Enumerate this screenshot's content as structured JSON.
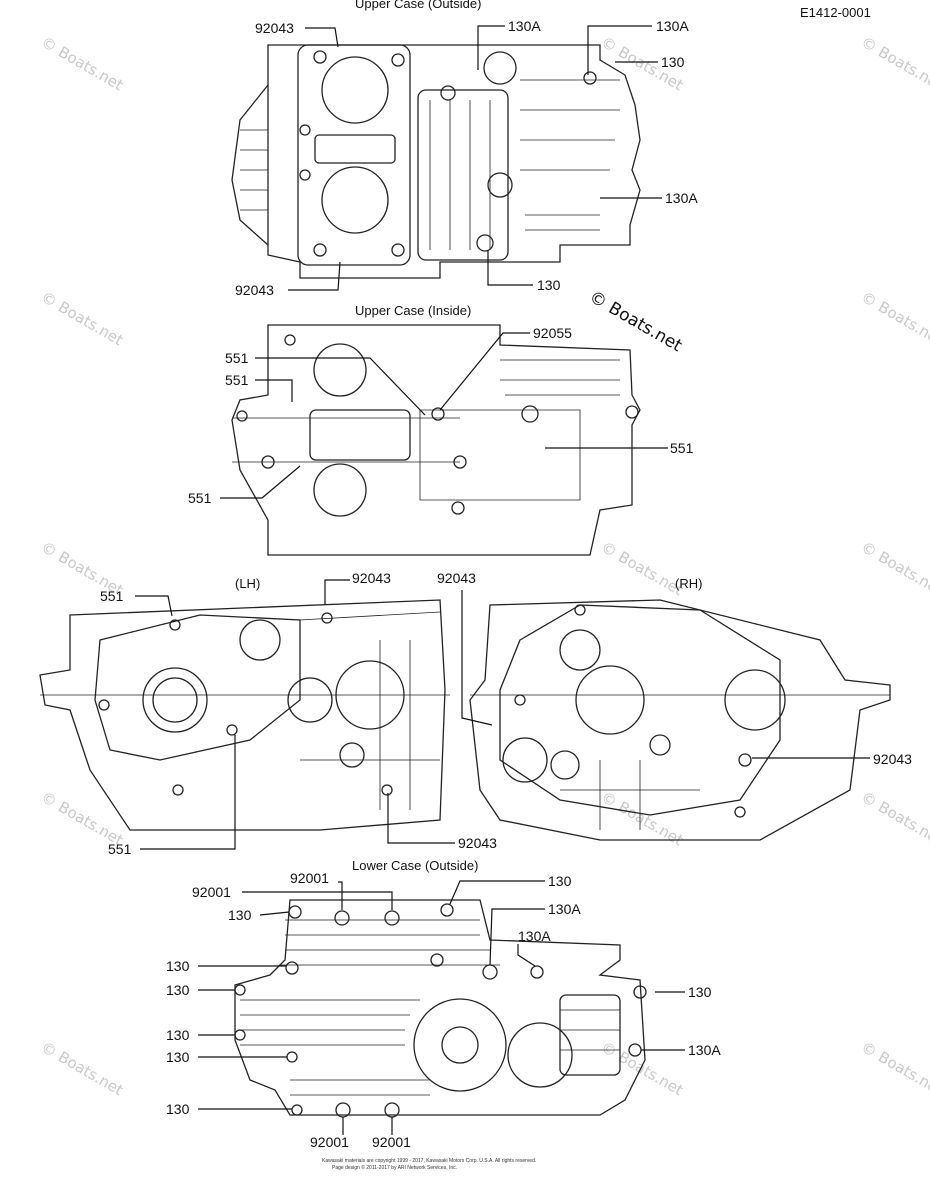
{
  "figure_id": "E1412-0001",
  "captions": {
    "upper_outside": "Upper Case (Outside)",
    "upper_inside": "Upper Case (Inside)",
    "lh": "(LH)",
    "rh": "(RH)",
    "lower_outside": "Lower Case (Outside)"
  },
  "watermark": "© Boats.net",
  "copyright_line1": "Kawasaki materials are copyright 1999 - 2017, Kawasaki Motors Corp. U.S.A. All rights reserved.",
  "copyright_line2": "Page design © 2011-2017 by ARI Network Services, Inc.",
  "labels": {
    "u1": "92043",
    "u2": "130A",
    "u3": "130A",
    "u4": "130",
    "u5": "130A",
    "u6": "130",
    "u7": "92043",
    "i1": "92055",
    "i2": "551",
    "i3": "551",
    "i4": "551",
    "i5": "551",
    "m1": "551",
    "m2": "92043",
    "m3": "92043",
    "m4": "92043",
    "m5": "551",
    "m6": "92043",
    "l1": "92001",
    "l2": "130",
    "l3": "92001",
    "l4": "130",
    "l5": "130A",
    "l6": "130A",
    "l7": "130",
    "l8": "130",
    "l9": "130",
    "l10": "130",
    "l11": "130",
    "l12": "130A",
    "l13": "130",
    "l14": "92001",
    "l15": "92001"
  }
}
